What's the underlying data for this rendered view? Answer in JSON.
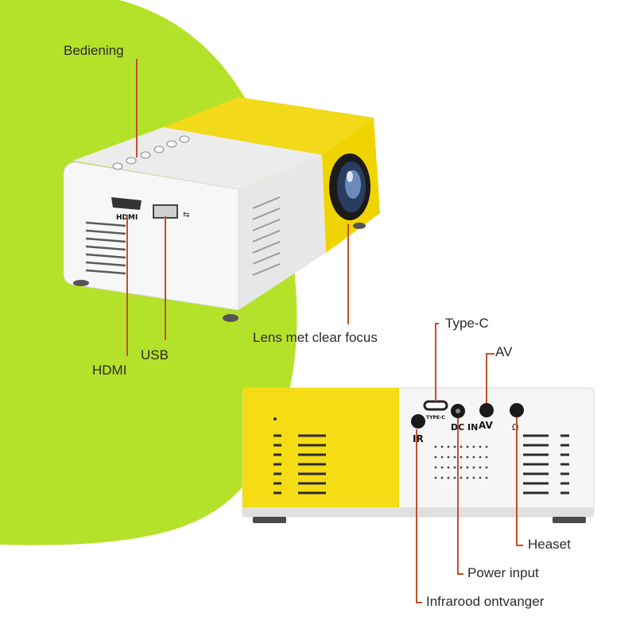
{
  "colors": {
    "background_blob": "#b4e22a",
    "projector_yellow": "#f5dc14",
    "projector_white": "#f3f3f3",
    "leader_line": "#c0502a"
  },
  "callouts": {
    "bediening": "Bediening",
    "hdmi": "HDMI",
    "usb": "USB",
    "lens": "Lens met clear focus",
    "type_c": "Type-C",
    "av": "AV",
    "heaset": "Heaset",
    "power_input": "Power input",
    "infrarood": "Infrarood ontvanger"
  },
  "device_markings": {
    "hdmi_port": "HDMI",
    "type_c_port": "TYPE-C",
    "dc_in": "DC IN",
    "av_port": "AV",
    "ir": "IR"
  }
}
